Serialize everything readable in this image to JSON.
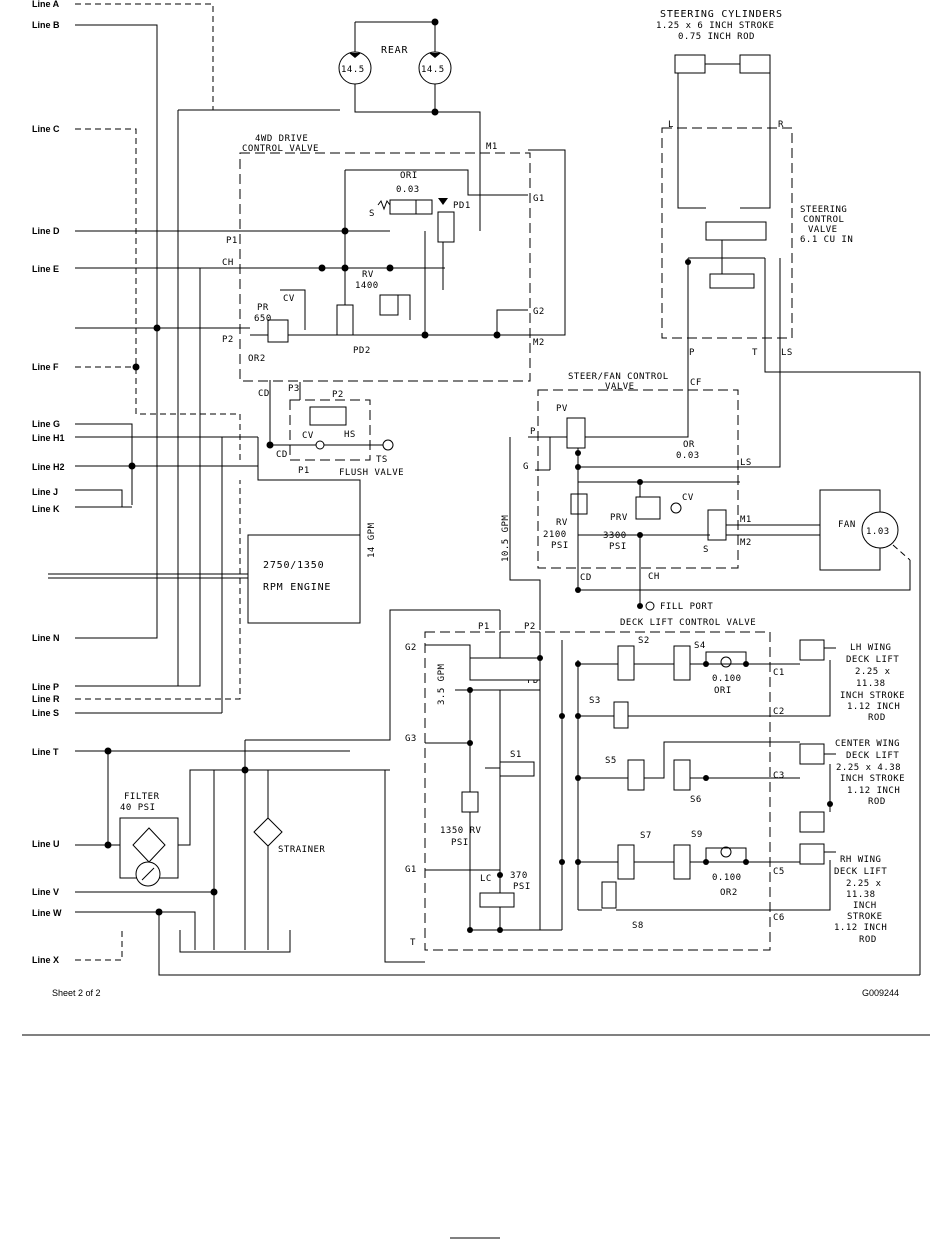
{
  "line_labels": [
    "Line A",
    "Line B",
    "Line C",
    "Line D",
    "Line E",
    "Line F",
    "Line G",
    "Line H1",
    "Line H2",
    "Line J",
    "Line K",
    "Line N",
    "Line P",
    "Line R",
    "Line S",
    "Line T",
    "Line U",
    "Line V",
    "Line W",
    "Line X"
  ],
  "rear_motor": {
    "label": "REAR",
    "left_value": "14.5",
    "right_value": "14.5"
  },
  "drive_valve": {
    "title_1": "4WD DRIVE",
    "title_2": "CONTROL VALVE",
    "m1": "M1",
    "g1": "G1",
    "p1": "P1",
    "ch": "CH",
    "g2": "G2",
    "m2": "M2",
    "p2": "P2",
    "cd": "CD",
    "ori1": "ORI",
    "ori1_val": "0.03",
    "s": "S",
    "pd1": "PD1",
    "rv": "RV",
    "rv_val": "1400",
    "pr": "PR",
    "pr_val": "650",
    "cv": "CV",
    "or2": "OR2",
    "pd2": "PD2"
  },
  "flush_valve": {
    "p3": "P3",
    "p2": "P2",
    "cv": "CV",
    "hs": "HS",
    "cd": "CD",
    "p1": "P1",
    "ts": "TS",
    "title": "FLUSH VALVE"
  },
  "engine": {
    "line1": "2750/1350",
    "line2": "RPM ENGINE"
  },
  "steering_cylinders": {
    "title": "STEERING CYLINDERS",
    "stroke": "1.25 x 6 INCH STROKE",
    "rod": "0.75 INCH ROD",
    "l": "L",
    "r": "R"
  },
  "steering_valve": {
    "line1": "STEERING",
    "line2": "CONTROL",
    "line3": "VALVE",
    "line4": "6.1 CU IN",
    "p": "P",
    "t": "T",
    "ls": "LS"
  },
  "steer_fan_valve": {
    "title_1": "STEER/FAN CONTROL",
    "title_2": "VALVE",
    "cf": "CF",
    "p": "P",
    "pv": "PV",
    "g": "G",
    "or": "OR",
    "or_val": "0.03",
    "ls": "LS",
    "rv": "RV",
    "rv_val": "2100",
    "rv_unit": "PSI",
    "prv": "PRV",
    "prv_val": "3300",
    "prv_unit": "PSI",
    "cv": "CV",
    "m1": "M1",
    "s": "S",
    "m2": "M2",
    "cd": "CD",
    "ch": "CH"
  },
  "fan": {
    "label": "FAN",
    "value": "1.03"
  },
  "flows": {
    "gpm14": "14 GPM",
    "gpm105": "10.5 GPM",
    "gpm35": "3.5 GPM"
  },
  "fill_port": "FILL PORT",
  "deck_valve": {
    "title": "DECK LIFT CONTROL VALVE",
    "p1": "P1",
    "p2": "P2",
    "g2": "G2",
    "fd": "FD",
    "g3": "G3",
    "s1": "S1",
    "rv": "1350 RV",
    "rv_unit": "PSI",
    "g1": "G1",
    "lc": "LC",
    "lc_val": "370",
    "lc_unit": "PSI",
    "t": "T",
    "s2": "S2",
    "s3": "S3",
    "s4": "S4",
    "s5": "S5",
    "s6": "S6",
    "s7": "S7",
    "s8": "S8",
    "s9": "S9",
    "ori_val": "0.100",
    "ori": "ORI",
    "or2_val": "0.100",
    "or2": "OR2",
    "c1": "C1",
    "c2": "C2",
    "c3": "C3",
    "c5": "C5",
    "c6": "C6"
  },
  "lh_wing": [
    "LH WING",
    "DECK LIFT",
    "2.25 x",
    "11.38",
    "INCH STROKE",
    "1.12 INCH",
    "ROD"
  ],
  "center_wing": [
    "CENTER WING",
    "DECK LIFT",
    "2.25 x 4.38",
    "INCH STROKE",
    "1.12 INCH",
    "ROD"
  ],
  "rh_wing": [
    "RH WING",
    "DECK LIFT",
    "2.25 x",
    "11.38",
    "INCH",
    "STROKE",
    "1.12 INCH",
    "ROD"
  ],
  "filter": {
    "label": "FILTER",
    "psi": "40 PSI"
  },
  "strainer": "STRAINER",
  "footer": {
    "sheet": "Sheet 2 of 2",
    "code": "G009244"
  }
}
